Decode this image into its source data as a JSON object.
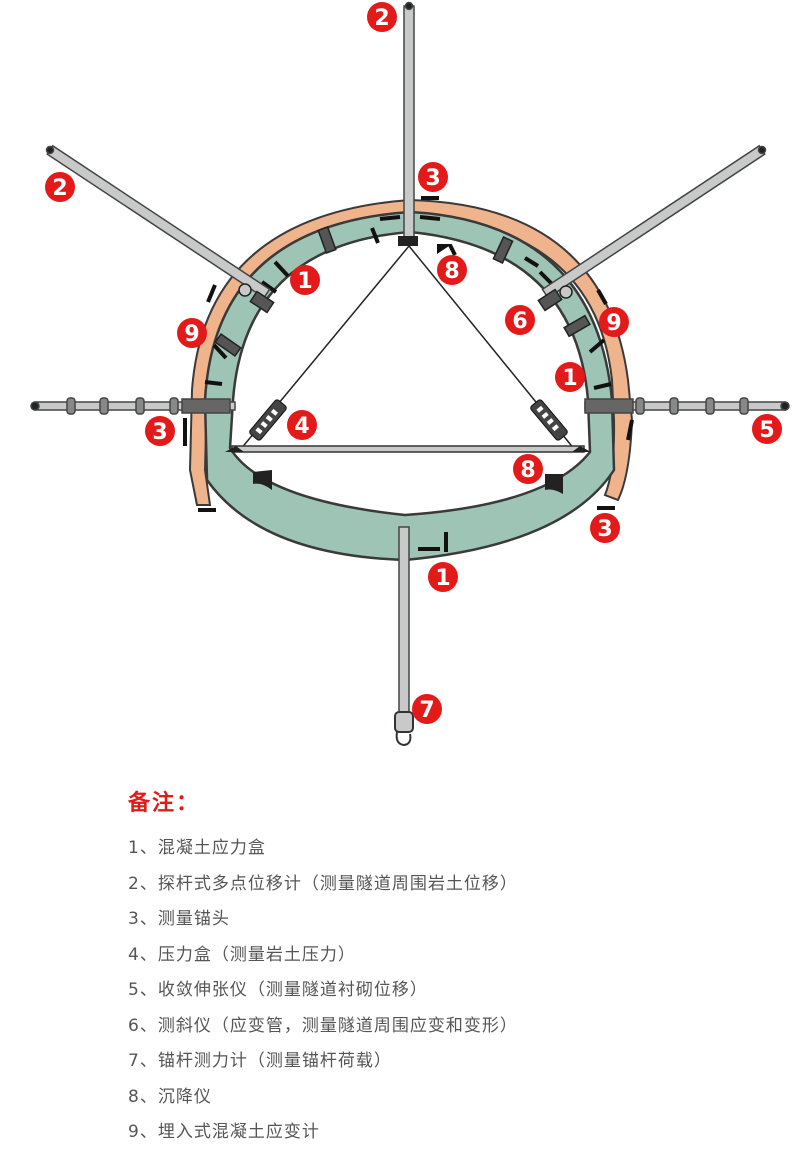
{
  "diagram": {
    "colors": {
      "lining": "#9ec4b6",
      "lining_outline": "#3a3a3a",
      "rock_layer": "#f0b48c",
      "rod": "#c8cac9",
      "marker": "#e41a1a",
      "cable": "#222222"
    },
    "markers": [
      {
        "id": "m2-top",
        "label": "2"
      },
      {
        "id": "m2-left",
        "label": "2"
      },
      {
        "id": "m3-top",
        "label": "3"
      },
      {
        "id": "m1-upper-left",
        "label": "1"
      },
      {
        "id": "m8-top",
        "label": "8"
      },
      {
        "id": "m9-left",
        "label": "9"
      },
      {
        "id": "m6-right",
        "label": "6"
      },
      {
        "id": "m9-right",
        "label": "9"
      },
      {
        "id": "m1-right",
        "label": "1"
      },
      {
        "id": "m4-left",
        "label": "4"
      },
      {
        "id": "m3-left",
        "label": "3"
      },
      {
        "id": "m5-right",
        "label": "5"
      },
      {
        "id": "m8-bottom",
        "label": "8"
      },
      {
        "id": "m3-right",
        "label": "3"
      },
      {
        "id": "m1-bottom",
        "label": "1"
      },
      {
        "id": "m7-bottom",
        "label": "7"
      }
    ]
  },
  "notes": {
    "title": "备注：",
    "items": [
      "1、混凝土应力盒",
      "2、探杆式多点位移计（测量隧道周围岩土位移）",
      "3、测量锚头",
      "4、压力盒（测量岩土压力）",
      "5、收敛伸张仪（测量隧道衬砌位移）",
      "6、测斜仪（应变管，测量隧道周围应变和变形）",
      "7、锚杆测力计（测量锚杆荷载）",
      "8、沉降仪",
      "9、埋入式混凝土应变计"
    ]
  }
}
